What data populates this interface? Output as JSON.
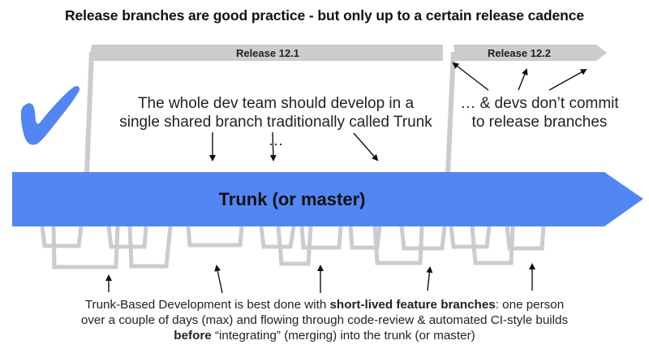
{
  "title": "Release branches are good practice - but only up to a certain release cadence",
  "release_branches": [
    {
      "label": "Release 12.1"
    },
    {
      "label": "Release 12.2"
    }
  ],
  "trunk": {
    "label": "Trunk (or master)"
  },
  "annotations": {
    "top_left": [
      "The whole dev team should develop in a",
      "single shared branch traditionally called Trunk …"
    ],
    "top_right": [
      "… & devs don’t commit",
      "to release branches"
    ],
    "bottom": {
      "line1_pre": "Trunk-Based Development is best done with ",
      "line1_bold": "short-lived feature branches",
      "line1_post": ": one person",
      "line2": "over a couple of days (max) and flowing through code-review & automated CI-style builds",
      "line3_bold": "before",
      "line3_post": " “integrating” (merging) into the trunk (or master)"
    }
  },
  "icons": {
    "checkmark": "checkmark-icon"
  },
  "colors": {
    "trunk": "#5286f2",
    "branch": "#cccccc",
    "checkmark": "#5286f2",
    "text": "#222222"
  }
}
